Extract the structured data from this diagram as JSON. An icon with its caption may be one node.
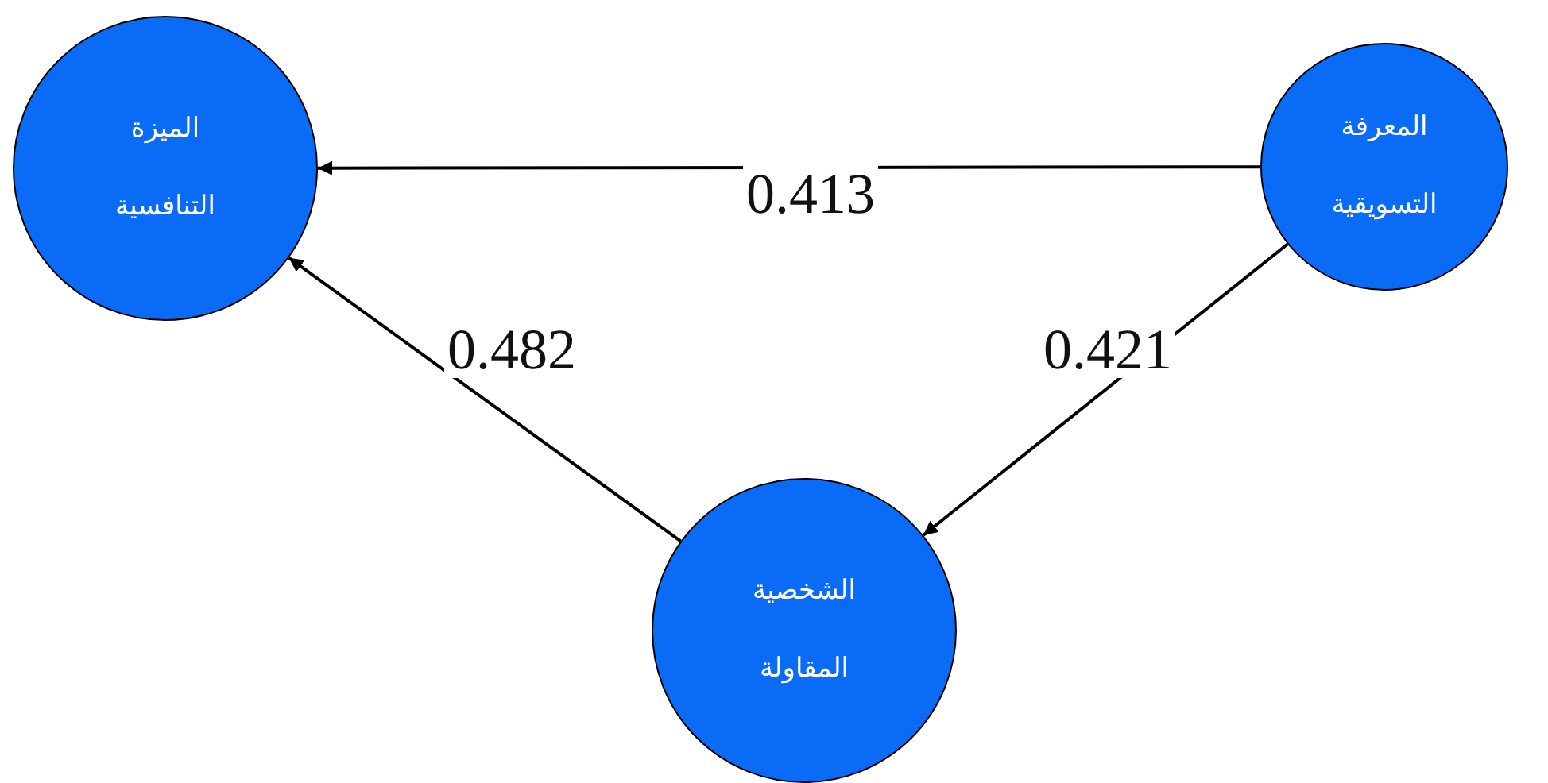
{
  "diagram": {
    "nodes": [
      {
        "text": [
          "الميزة التنافسية"
        ]
      },
      {
        "text": [
          "المعرفة التسويقية"
        ]
      },
      {
        "text": [
          "الشخصية المقاولة"
        ]
      }
    ],
    "edges": [
      {
        "from": 1,
        "to": 0,
        "arrow": "to",
        "label": "0.413"
      },
      {
        "from": 1,
        "to": 2,
        "arrow": "to",
        "label": "0.421"
      },
      {
        "from": 2,
        "to": 0,
        "arrow": "to",
        "label": "0.482"
      }
    ]
  }
}
